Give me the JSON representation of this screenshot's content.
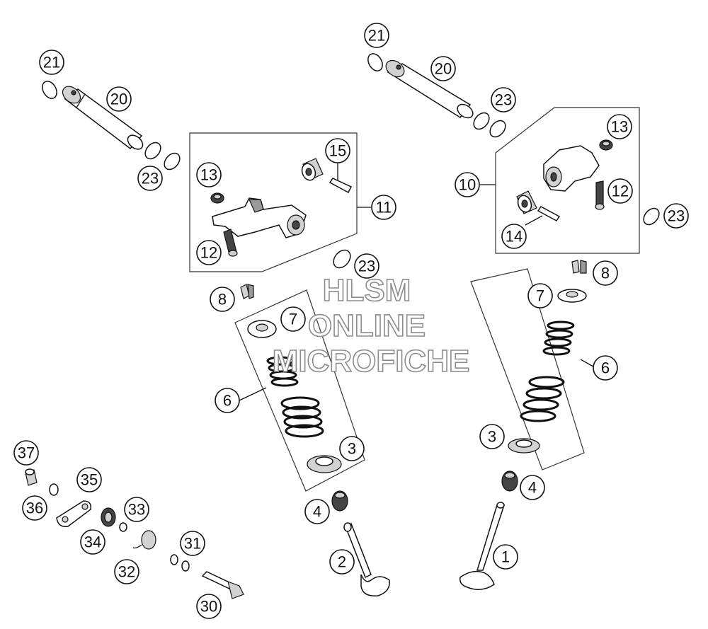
{
  "watermark": {
    "line1": "HLSM",
    "line2": "ONLINE",
    "line3": "MICROFICHE"
  },
  "callouts": {
    "c21a": "21",
    "c20a": "20",
    "c23a": "23",
    "c21b": "21",
    "c20b": "20",
    "c23b": "23",
    "c15": "15",
    "c13a": "13",
    "c11": "11",
    "c12a": "12",
    "c13b": "13",
    "c10": "10",
    "c12b": "12",
    "c14": "14",
    "c23c": "23",
    "c23d": "23",
    "c8a": "8",
    "c7a": "7",
    "c6a": "6",
    "c3a": "3",
    "c4a": "4",
    "c2": "2",
    "c8b": "8",
    "c7b": "7",
    "c6b": "6",
    "c3b": "3",
    "c4b": "4",
    "c1": "1",
    "c37": "37",
    "c35": "35",
    "c36": "36",
    "c33": "33",
    "c34": "34",
    "c31": "31",
    "c32": "32",
    "c30": "30"
  }
}
